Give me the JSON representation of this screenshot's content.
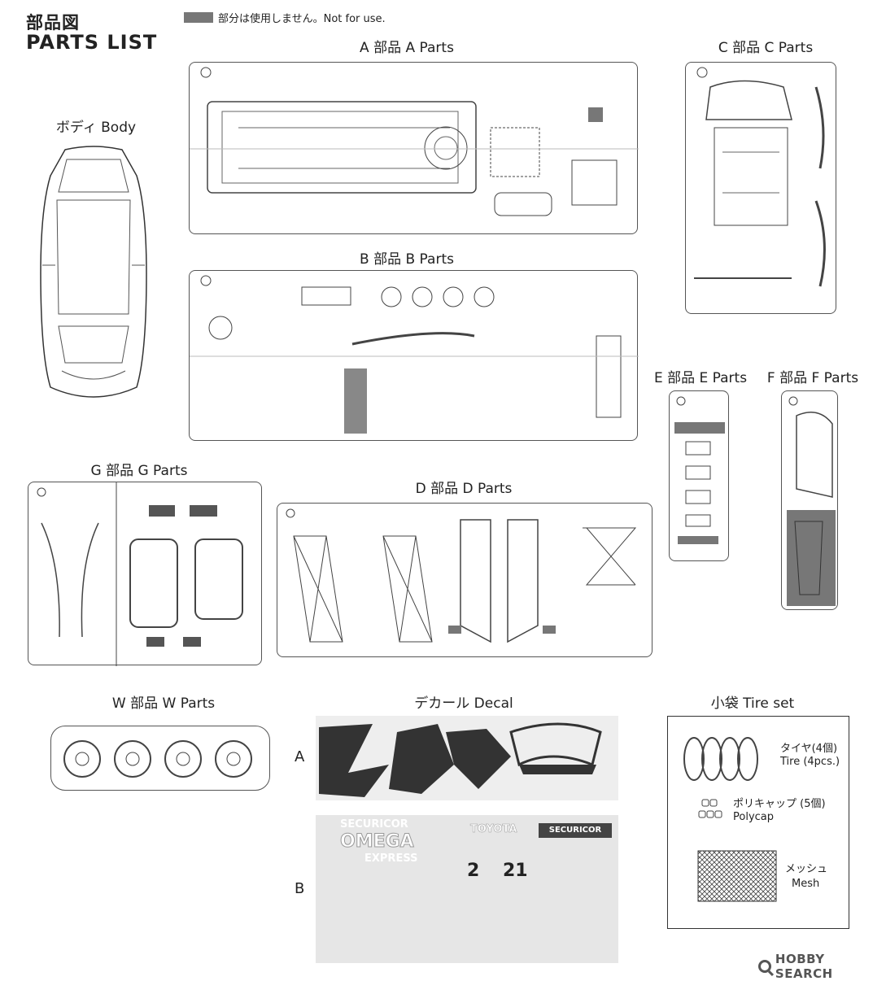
{
  "header": {
    "title_jp": "部品図",
    "title_en": "PARTS LIST",
    "note": "部分は使用しません。Not for use."
  },
  "sections": {
    "body": "ボディ Body",
    "a_parts": "A 部品 A Parts",
    "b_parts": "B 部品 B Parts",
    "c_parts": "C 部品 C Parts",
    "d_parts": "D 部品 D Parts",
    "e_parts": "E 部品 E Parts",
    "f_parts": "F 部品 F Parts",
    "g_parts": "G 部品 G Parts",
    "w_parts": "W 部品 W Parts",
    "decal": "デカール Decal",
    "tire_set": "小袋 Tire set"
  },
  "decal_sheets": {
    "a": "A",
    "b": "B",
    "b_texts": [
      "SECURICOR",
      "OMEGA",
      "EXPRESS",
      "TOYOTA",
      "SECURICOR",
      "2",
      "21"
    ]
  },
  "tire_set": {
    "tire_jp": "タイヤ(4個)",
    "tire_en": "Tire (4pcs.)",
    "polycap_jp": "ポリキャップ (5個)",
    "polycap_en": "Polycap",
    "mesh_jp": "メッシュ",
    "mesh_en": "Mesh"
  },
  "watermark": "HOBBY SEARCH",
  "colors": {
    "not_for_use": "#777777",
    "line": "#555555"
  }
}
